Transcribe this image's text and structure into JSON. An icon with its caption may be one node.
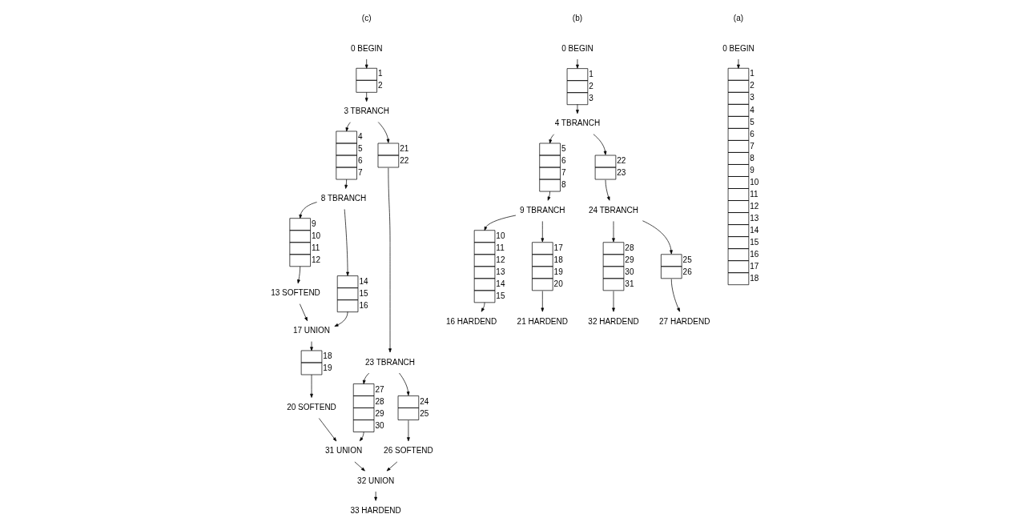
{
  "diagram": {
    "nodes": [
      {
        "text": [
          "0 BEGIN"
        ]
      },
      {
        "text": [],
        "shape": "box",
        "beside": [
          "1",
          "2",
          "3",
          "4",
          "5",
          "6",
          "7",
          "8",
          "9",
          "10",
          "11",
          "12",
          "13",
          "14",
          "15",
          "16",
          "17",
          "18"
        ]
      },
      {
        "text": [
          "0 BEGIN"
        ]
      },
      {
        "text": [],
        "shape": "box",
        "beside": [
          "1",
          "2",
          "3"
        ]
      },
      {
        "text": [
          "4 TBRANCH"
        ]
      },
      {
        "text": [],
        "shape": "box",
        "beside": [
          "5",
          "6",
          "7",
          "8"
        ]
      },
      {
        "text": [],
        "shape": "box",
        "beside": [
          "22",
          "23"
        ]
      },
      {
        "text": [
          "9 TBRANCH"
        ]
      },
      {
        "text": [],
        "shape": "box",
        "beside": [
          "10",
          "11",
          "12",
          "13",
          "14",
          "15"
        ]
      },
      {
        "text": [],
        "shape": "box",
        "beside": [
          "17",
          "18",
          "19",
          "20"
        ]
      },
      {
        "text": [
          "16 HARDEND"
        ]
      },
      {
        "text": [
          "21 HARDEND"
        ]
      },
      {
        "text": [
          "24 TBRANCH"
        ]
      },
      {
        "text": [],
        "shape": "box",
        "beside": [
          "28",
          "29",
          "30",
          "31"
        ]
      },
      {
        "text": [],
        "shape": "box",
        "beside": [
          "25",
          "26"
        ]
      },
      {
        "text": [
          "32 HARDEND"
        ]
      },
      {
        "text": [
          "27 HARDEND"
        ]
      },
      {
        "text": [
          "0 BEGIN"
        ]
      },
      {
        "text": [],
        "shape": "box",
        "beside": [
          "1",
          "2"
        ]
      },
      {
        "text": [
          "3 TBRANCH"
        ]
      },
      {
        "text": [],
        "shape": "box",
        "beside": [
          "4",
          "5",
          "6",
          "7"
        ]
      },
      {
        "text": [],
        "shape": "box",
        "beside": [
          "21",
          "22"
        ]
      },
      {
        "text": [
          "8 TBRANCH"
        ]
      },
      {
        "text": [],
        "shape": "box",
        "beside": [
          "9",
          "10",
          "11",
          "12"
        ]
      },
      {
        "text": [],
        "shape": "box",
        "beside": [
          "14",
          "15",
          "16"
        ]
      },
      {
        "text": [
          "13 SOFTEND"
        ]
      },
      {
        "text": [
          "17 UNION"
        ]
      },
      {
        "text": [],
        "shape": "box",
        "beside": [
          "18",
          "19"
        ]
      },
      {
        "text": [
          "20 SOFTEND"
        ]
      },
      {
        "text": [
          "23 TBRANCH"
        ]
      },
      {
        "text": [],
        "shape": "box",
        "beside": [
          "27",
          "28",
          "29",
          "30"
        ]
      },
      {
        "text": [],
        "shape": "box",
        "beside": [
          "24",
          "25"
        ]
      },
      {
        "text": [
          "26 SOFTEND"
        ]
      },
      {
        "text": [
          "31 UNION"
        ]
      },
      {
        "text": [
          "32 UNION"
        ]
      },
      {
        "text": [
          "33 HARDEND"
        ]
      }
    ],
    "edges": [
      {
        "from": 0,
        "to": 1,
        "arrow": "to"
      },
      {
        "from": 2,
        "to": 3,
        "arrow": "to"
      },
      {
        "from": 3,
        "to": 4,
        "arrow": "to"
      },
      {
        "from": 4,
        "to": 5,
        "arrow": "to"
      },
      {
        "from": 4,
        "to": 6,
        "arrow": "to"
      },
      {
        "from": 5,
        "to": 7,
        "arrow": "to"
      },
      {
        "from": 7,
        "to": 8,
        "arrow": "to"
      },
      {
        "from": 7,
        "to": 9,
        "arrow": "to"
      },
      {
        "from": 8,
        "to": 10,
        "arrow": "to"
      },
      {
        "from": 9,
        "to": 11,
        "arrow": "to"
      },
      {
        "from": 6,
        "to": 12,
        "arrow": "to"
      },
      {
        "from": 12,
        "to": 13,
        "arrow": "to"
      },
      {
        "from": 12,
        "to": 14,
        "arrow": "to"
      },
      {
        "from": 13,
        "to": 15,
        "arrow": "to"
      },
      {
        "from": 14,
        "to": 16,
        "arrow": "to"
      },
      {
        "from": 17,
        "to": 18,
        "arrow": "to"
      },
      {
        "from": 18,
        "to": 19,
        "arrow": "to"
      },
      {
        "from": 19,
        "to": 20,
        "arrow": "to"
      },
      {
        "from": 19,
        "to": 21,
        "arrow": "to"
      },
      {
        "from": 20,
        "to": 22,
        "arrow": "to"
      },
      {
        "from": 22,
        "to": 23,
        "arrow": "to"
      },
      {
        "from": 22,
        "to": 24,
        "arrow": "to"
      },
      {
        "from": 23,
        "to": 25,
        "arrow": "to"
      },
      {
        "from": 25,
        "to": 26,
        "arrow": "to"
      },
      {
        "from": 24,
        "to": 26,
        "arrow": "to"
      },
      {
        "from": 26,
        "to": 27,
        "arrow": "to"
      },
      {
        "from": 27,
        "to": 28,
        "arrow": "to"
      },
      {
        "from": 28,
        "to": 33,
        "arrow": "to"
      },
      {
        "from": 21,
        "to": 29,
        "arrow": "to"
      },
      {
        "from": 29,
        "to": 30,
        "arrow": "to"
      },
      {
        "from": 29,
        "to": 31,
        "arrow": "to"
      },
      {
        "from": 31,
        "to": 32,
        "arrow": "to"
      },
      {
        "from": 30,
        "to": 33,
        "arrow": "to"
      },
      {
        "from": 33,
        "to": 34,
        "arrow": "to"
      },
      {
        "from": 32,
        "to": 34,
        "arrow": "to"
      },
      {
        "from": 34,
        "to": 35,
        "arrow": "to"
      }
    ],
    "labels": [
      "(a)",
      "(b)",
      "(c)"
    ]
  }
}
